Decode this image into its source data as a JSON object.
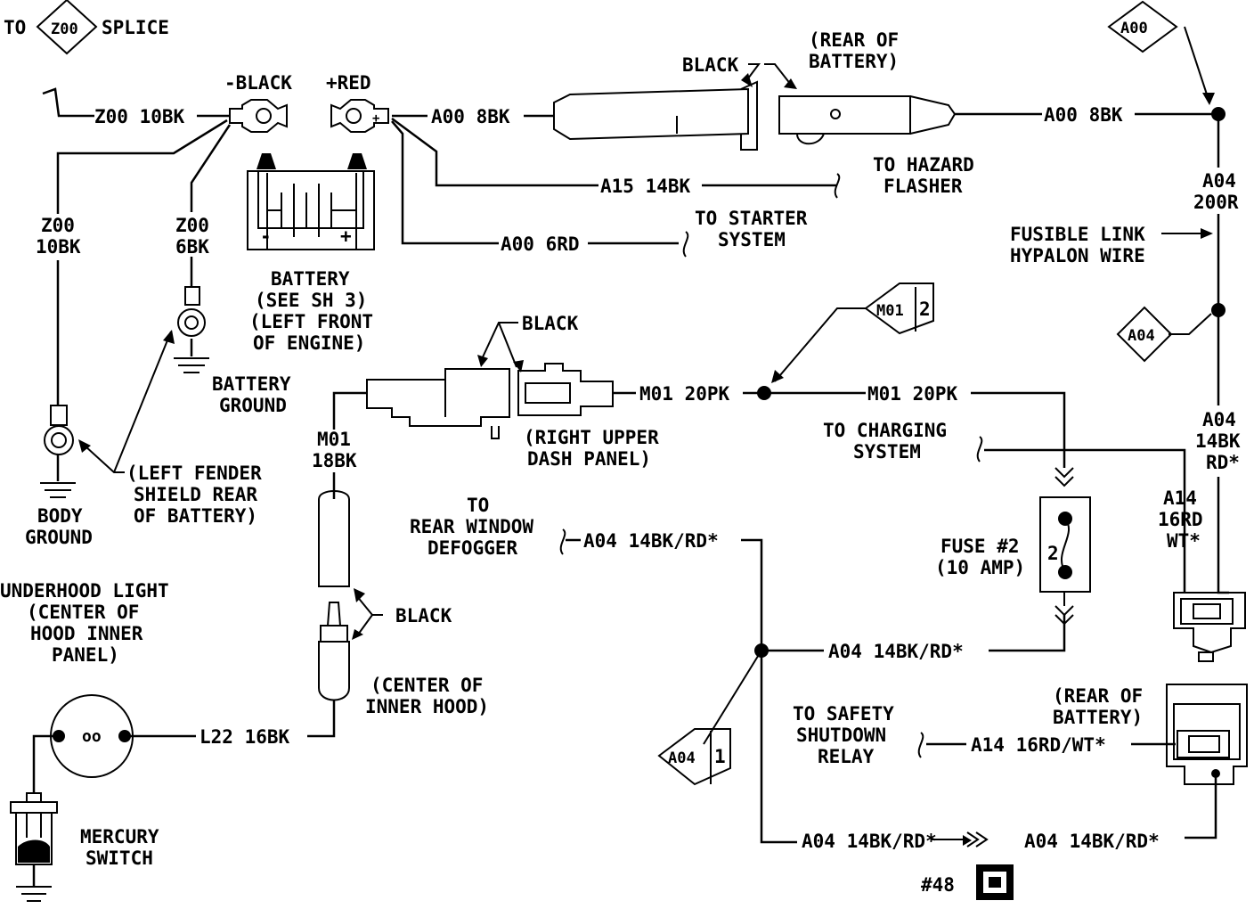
{
  "labels": {
    "to": "TO",
    "z00_tag": "Z00",
    "splice": "SPLICE",
    "neg_black": "-BLACK",
    "pos_red": "+RED",
    "z00_10bk_top": "Z00 10BK",
    "a00_8bk_left": "A00 8BK",
    "black_top": "BLACK",
    "rear_of_1": "(REAR OF",
    "battery_paren_1": "BATTERY)",
    "a00_top_tag": "A00",
    "a00_8bk_right": "A00 8BK",
    "a15_14bk": "A15 14BK",
    "to_hazard": "TO HAZARD",
    "flasher": "FLASHER",
    "a04_1": "A04",
    "r200r": "200R",
    "z00_left": "Z00",
    "bk10_left": "10BK",
    "z00_mid": "Z00",
    "bk6_mid": "6BK",
    "a00_6rd": "A00 6RD",
    "to_starter": "TO STARTER",
    "system_1": "SYSTEM",
    "fusible_link": "FUSIBLE LINK",
    "hypalon": "HYPALON WIRE",
    "battery_cap": "BATTERY",
    "see_sh3": "(SEE SH 3)",
    "left_front": "(LEFT FRONT",
    "of_engine": "OF ENGINE)",
    "m01_tag": "M01",
    "m01_num": "2",
    "black_mid": "BLACK",
    "a04_tag_right": "A04",
    "battery_ground_1": "BATTERY",
    "battery_ground_2": "GROUND",
    "m01_20pk_left": "M01 20PK",
    "m01_20pk_right": "M01 20PK",
    "m01_v": "M01",
    "bk18": "18BK",
    "right_upper": "(RIGHT UPPER",
    "dash_panel": "DASH PANEL)",
    "to_charging": "TO CHARGING",
    "system_2": "SYSTEM",
    "a04_2": "A04",
    "bk14": "14BK",
    "rd_star": "RD*",
    "left_fender": "(LEFT FENDER",
    "shield_rear": "SHIELD REAR",
    "of_battery": "OF BATTERY)",
    "to_rw": "TO",
    "rear_window": "REAR WINDOW",
    "defogger": "DEFOGGER",
    "a04_14bkrd_1": "A04 14BK/RD*",
    "a14_v": "A14",
    "rd16": "16RD",
    "wt_star": "WT*",
    "body_ground_1": "BODY",
    "body_ground_2": "GROUND",
    "fuse_2": "FUSE #2",
    "amp10": "(10 AMP)",
    "fuse_num": "2",
    "underhood_1": "UNDERHOOD LIGHT",
    "underhood_2": "(CENTER OF",
    "underhood_3": "HOOD INNER",
    "underhood_4": "PANEL)",
    "black_low": "BLACK",
    "a04_14bkrd_2": "A04 14BK/RD*",
    "center_of": "(CENTER OF",
    "inner_hood": "INNER HOOD)",
    "rear_of_2": "(REAR OF",
    "battery_paren_2": "BATTERY)",
    "to_safety": "TO SAFETY",
    "shutdown": "SHUTDOWN",
    "relay": "RELAY",
    "a14_16rdwt": "A14 16RD/WT*",
    "l22_16bk": "L22 16BK",
    "lamp_oo": "oo",
    "a04_tag_low": "A04",
    "a04_tag_low_num": "1",
    "mercury_1": "MERCURY",
    "mercury_2": "SWITCH",
    "a04_14bkrd_3": "A04 14BK/RD*",
    "a04_14bkrd_4": "A04 14BK/RD*",
    "n48": "#48",
    "batt_minus": "-",
    "batt_plus": "+",
    "term_plus": "+"
  }
}
